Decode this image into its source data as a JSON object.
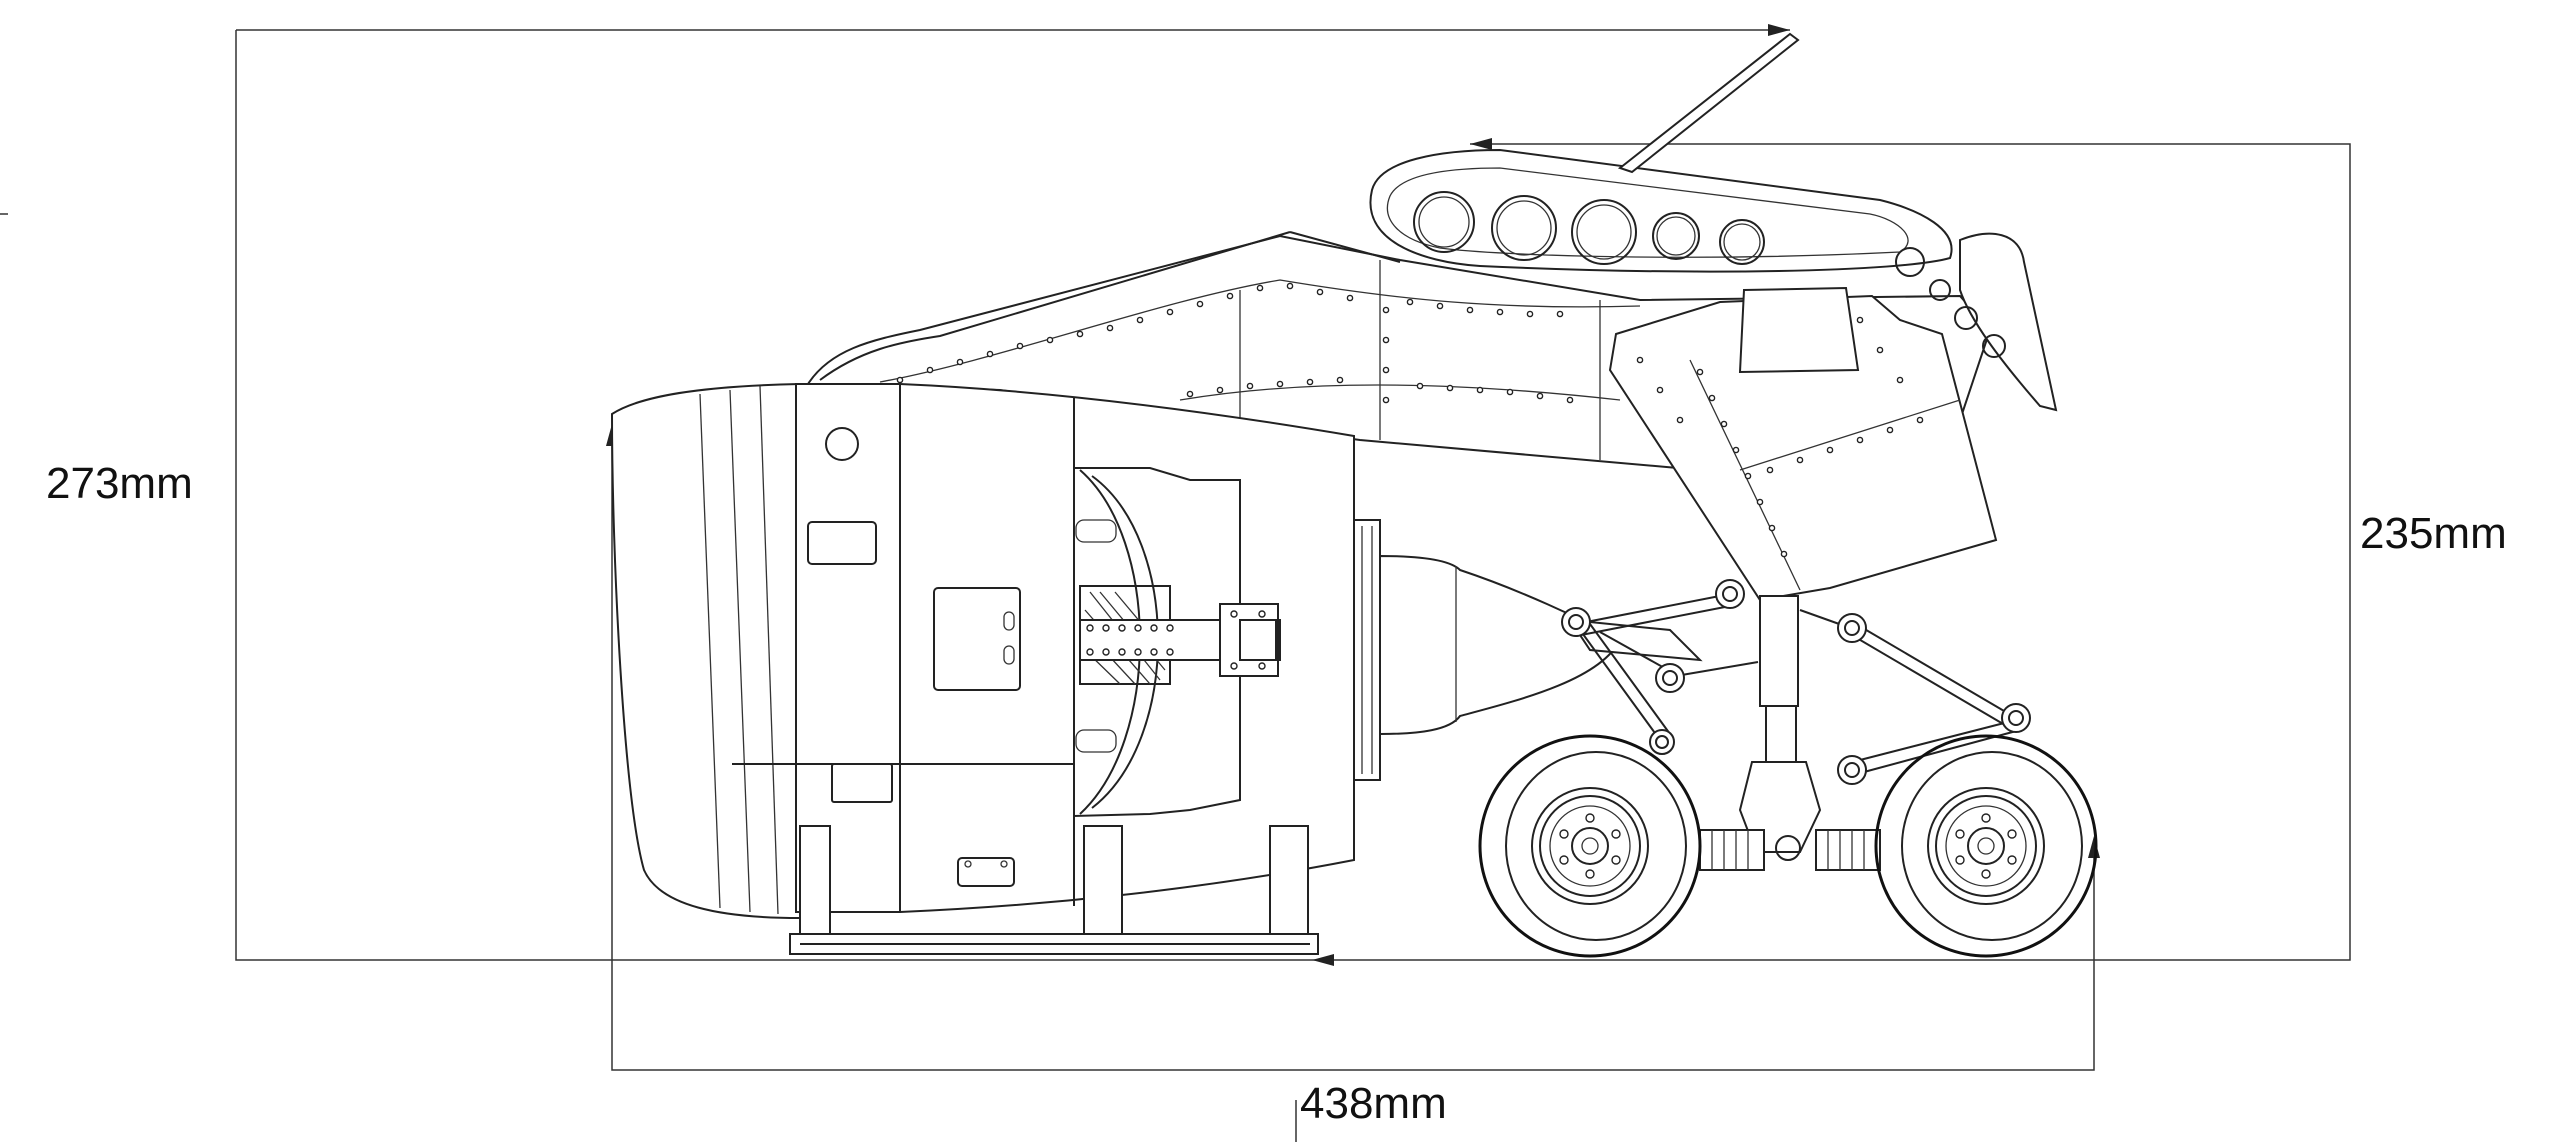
{
  "dimensions": {
    "total_height": "273mm",
    "gear_height": "235mm",
    "total_length": "438mm"
  },
  "colors": {
    "line": "#222222",
    "background": "#ffffff"
  }
}
